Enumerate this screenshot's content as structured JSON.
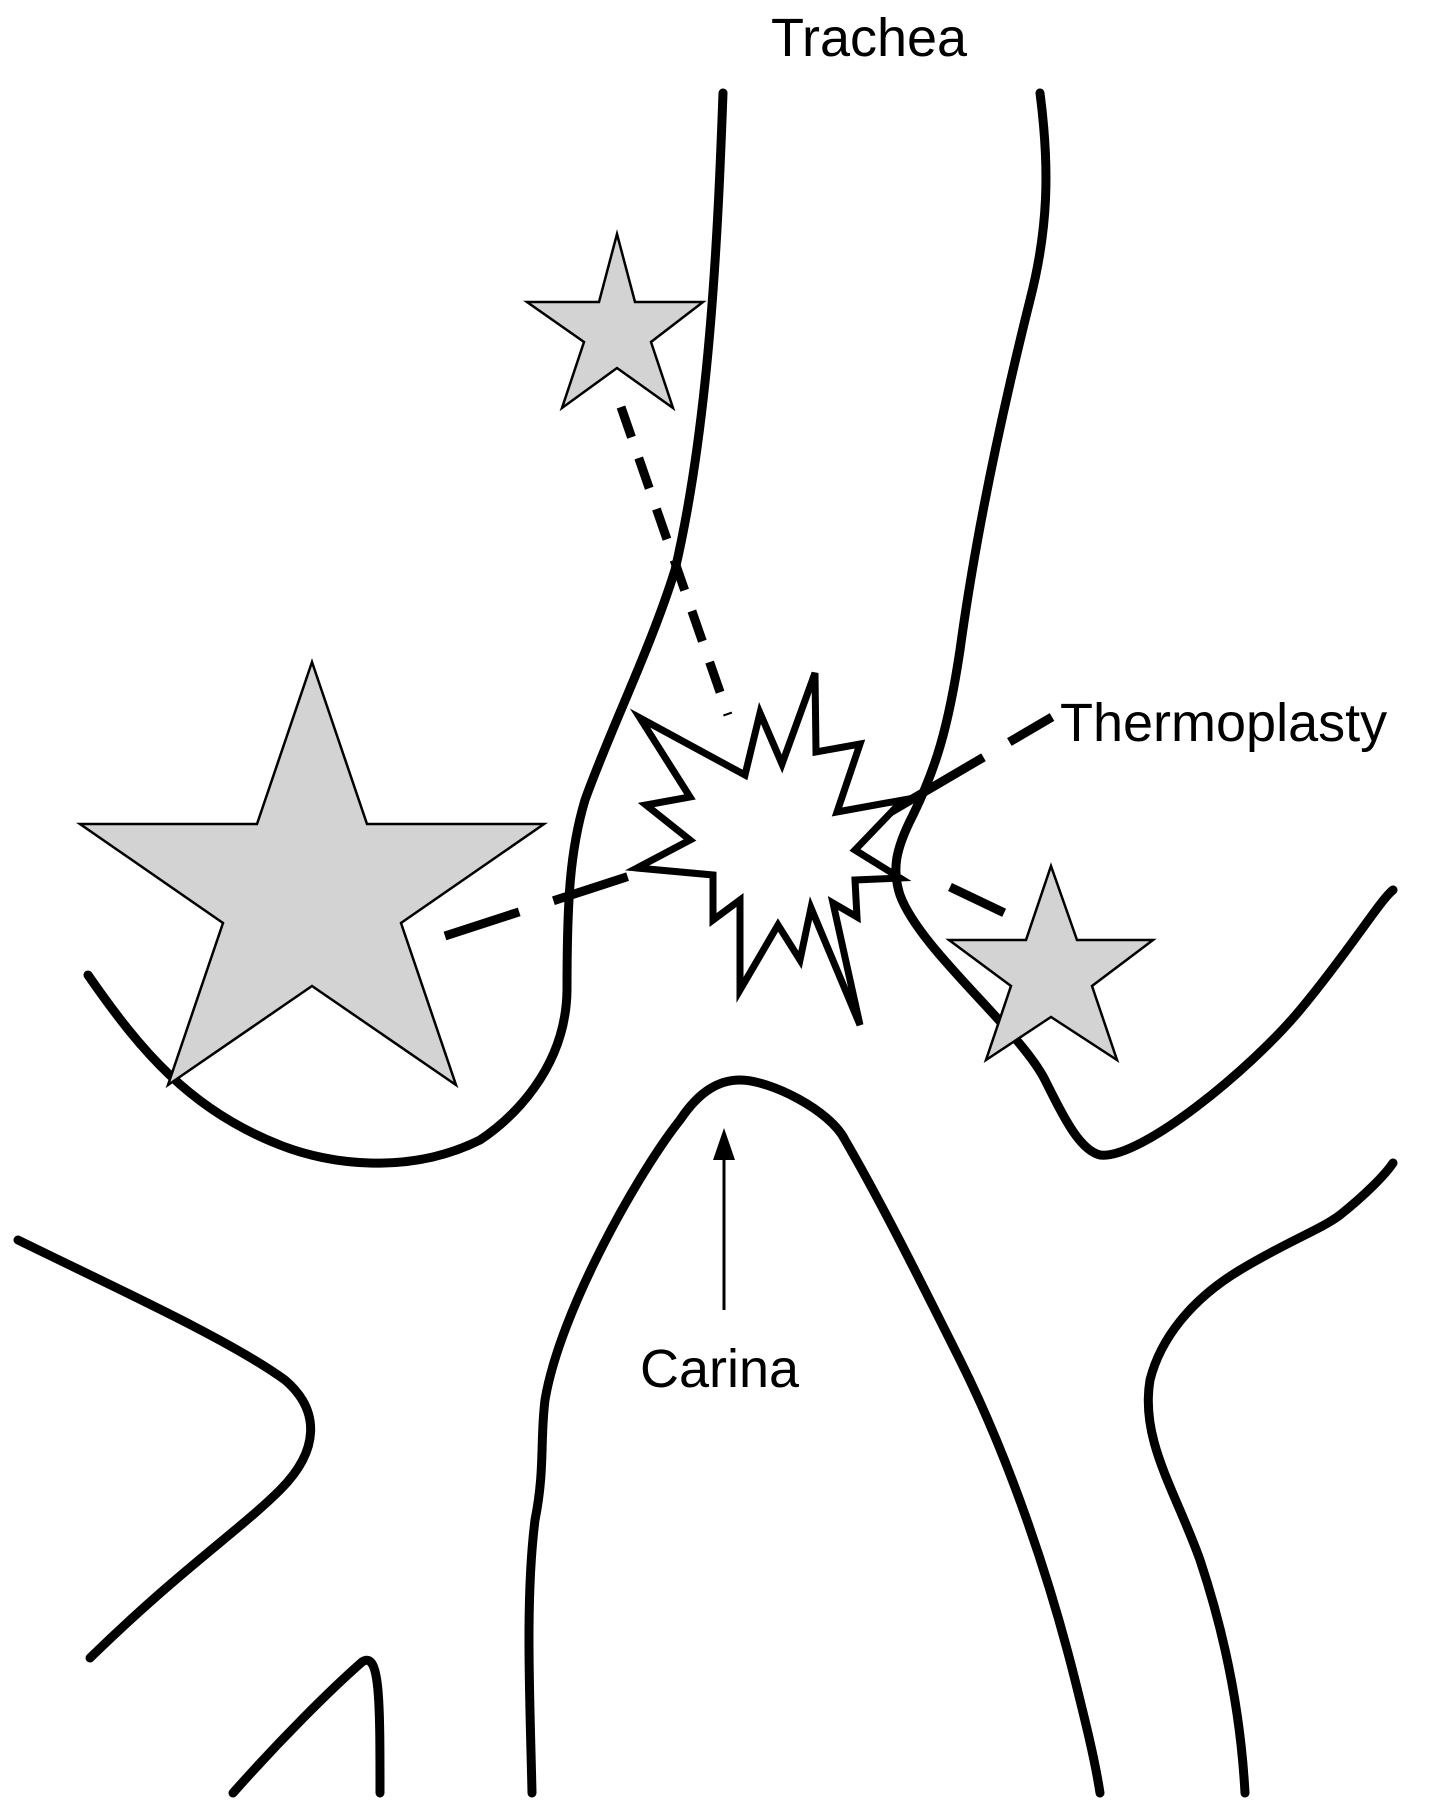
{
  "labels": {
    "trachea": "Trachea",
    "thermoplasty": "Thermoplasty",
    "carina": "Carina"
  },
  "colors": {
    "line": "#000000",
    "star_fill": "#d3d3d3",
    "burst_fill": "#ffffff",
    "background": "#ffffff"
  }
}
